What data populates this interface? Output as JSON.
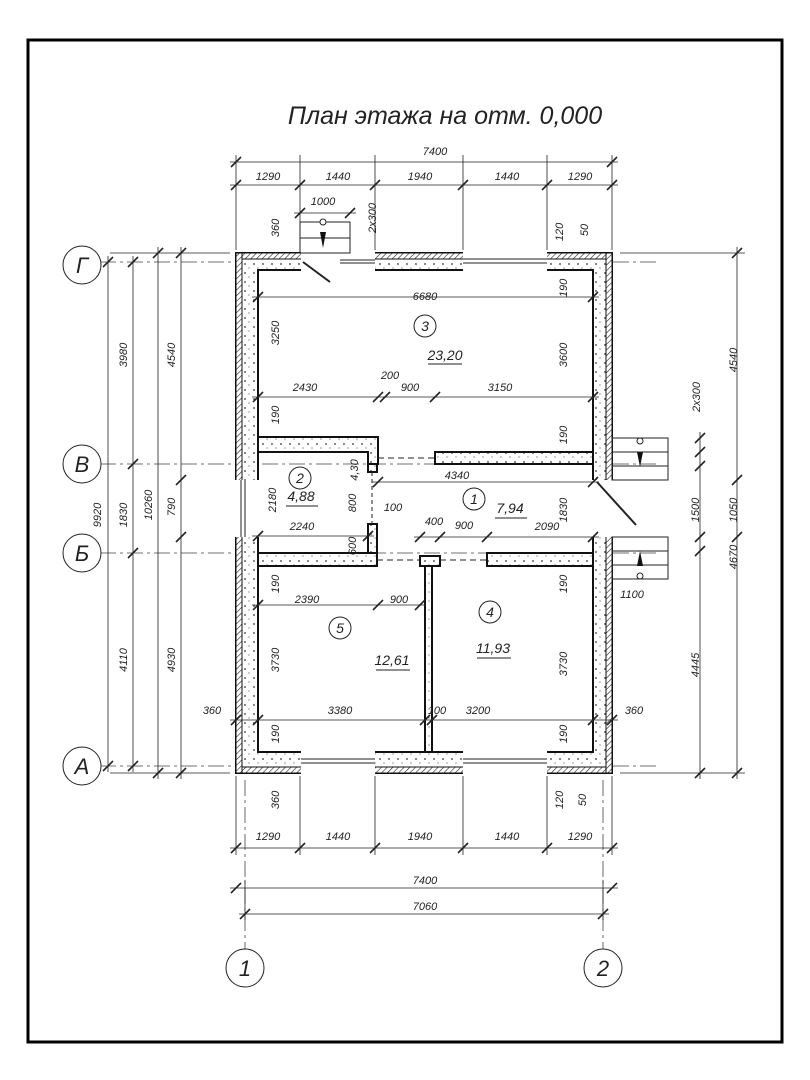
{
  "title": "План этажа на отм. 0,000",
  "axes": {
    "rows": [
      "Г",
      "В",
      "Б",
      "А"
    ],
    "columns": [
      "1",
      "2"
    ]
  },
  "rooms": [
    {
      "number": "3",
      "area": "23,20"
    },
    {
      "number": "2",
      "area": "4,88"
    },
    {
      "number": "1",
      "area": "7,94"
    },
    {
      "number": "5",
      "area": "12,61"
    },
    {
      "number": "4",
      "area": "11,93"
    }
  ],
  "dimensions": {
    "top": [
      "7400",
      "1290",
      "1440",
      "1940",
      "1440",
      "1290",
      "1000",
      "2x300",
      "360",
      "120",
      "50"
    ],
    "interior": [
      "6680",
      "3250",
      "3600",
      "190",
      "190",
      "190",
      "2430",
      "200",
      "900",
      "3150",
      "4,30",
      "4340",
      "2180",
      "800",
      "100",
      "2240",
      "600",
      "400",
      "900",
      "2090",
      "1830",
      "2390",
      "900",
      "190",
      "190",
      "3730",
      "3730",
      "360",
      "3380",
      "100",
      "3200",
      "360",
      "190",
      "190"
    ],
    "bottom": [
      "360",
      "120",
      "50",
      "1290",
      "1440",
      "1940",
      "1440",
      "1290",
      "7400",
      "7060"
    ],
    "left": [
      "3980",
      "4540",
      "9920",
      "1830",
      "10260",
      "790",
      "4110",
      "4930"
    ],
    "right": [
      "1100",
      "4540",
      "2x300",
      "1500",
      "1050",
      "4670",
      "4445"
    ]
  }
}
